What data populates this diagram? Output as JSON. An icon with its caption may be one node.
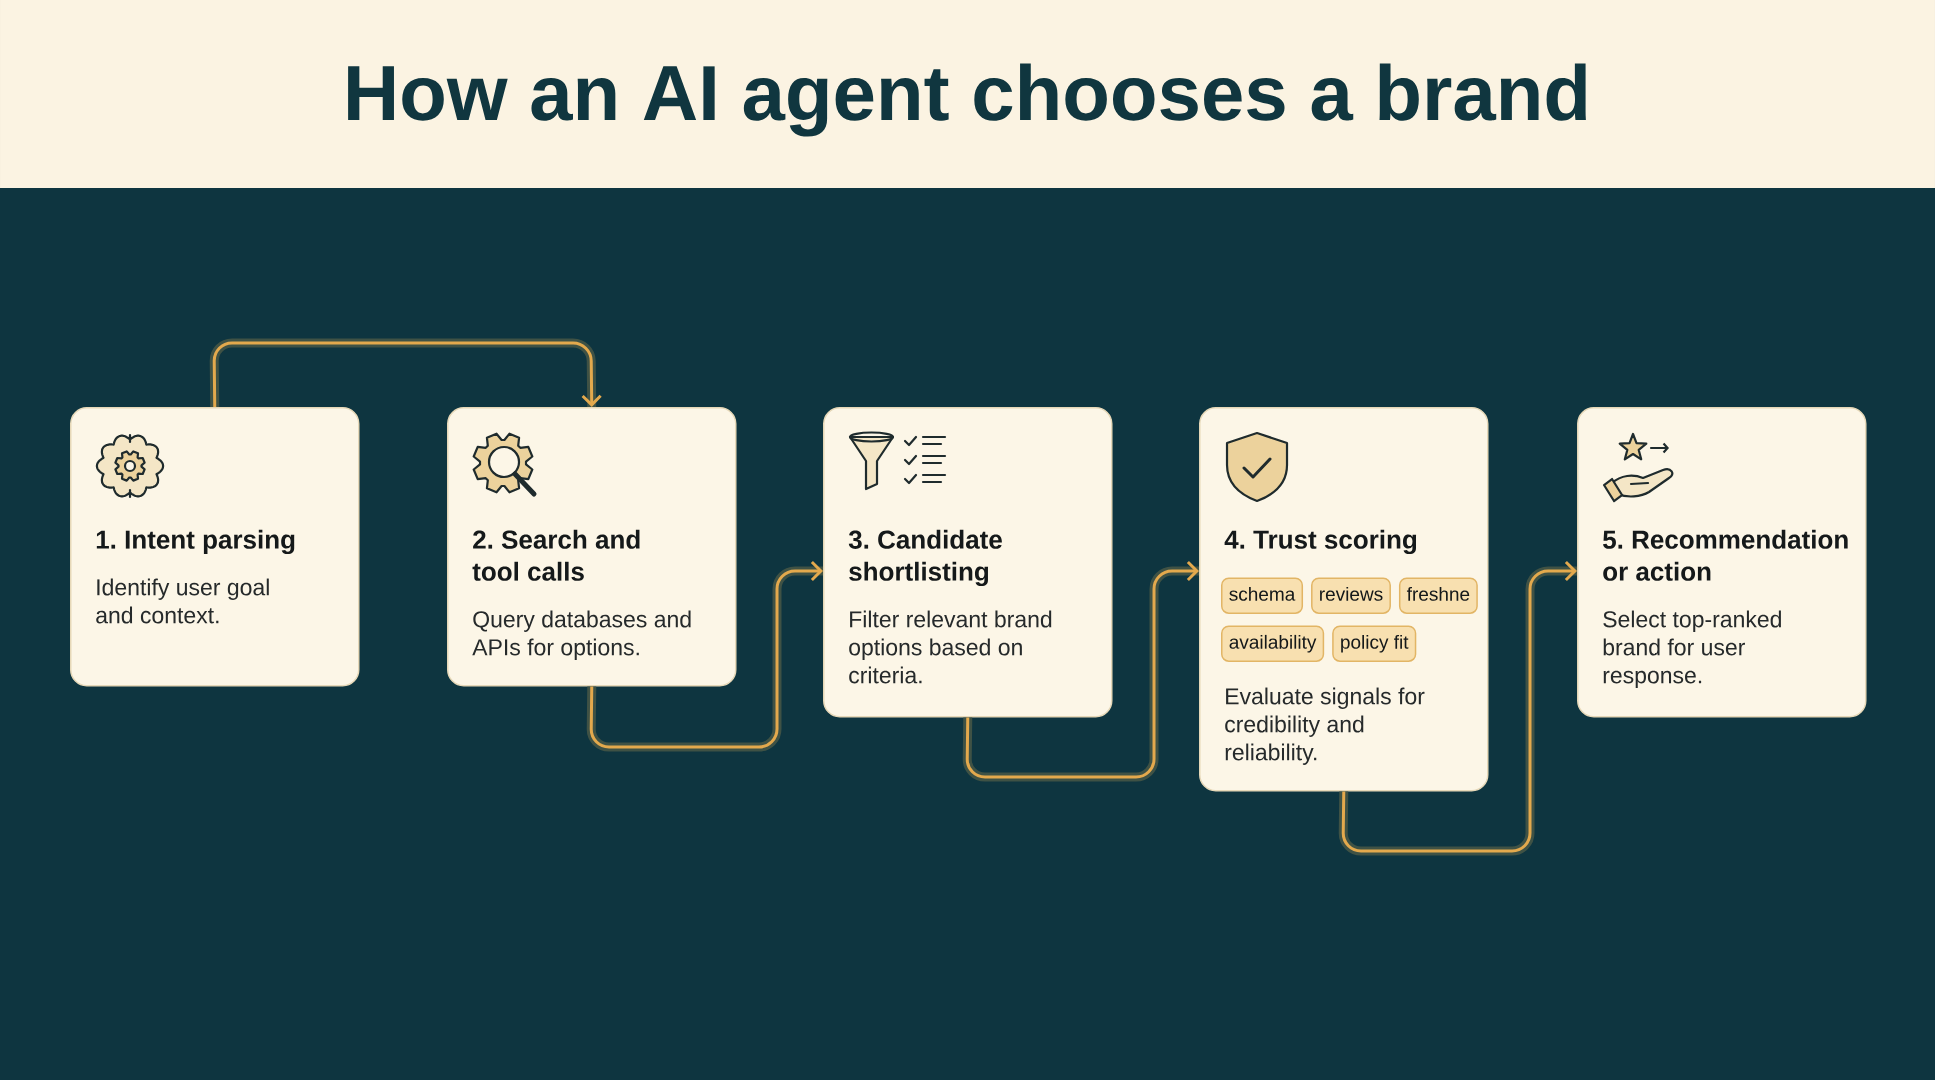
{
  "diagram": {
    "title": "How an AI agent chooses a brand",
    "nodes": [
      {
        "text": [
          "1. Intent parsing",
          "Identify user goal and context."
        ]
      },
      {
        "text": [
          "2. Search and tool calls",
          "Query databases and APIs for options."
        ]
      },
      {
        "text": [
          "3. Candidate shortlisting",
          "Filter relevant brand options based on criteria."
        ]
      },
      {
        "text": [
          "4. Trust scoring",
          "Evaluate signals for credibility and reliability."
        ]
      },
      {
        "text": [
          "schema"
        ],
        "in": 3
      },
      {
        "text": [
          "reviews"
        ],
        "in": 3
      },
      {
        "text": [
          "freshne"
        ],
        "in": 3
      },
      {
        "text": [
          "availability"
        ],
        "in": 3
      },
      {
        "text": [
          "policy fit"
        ],
        "in": 3
      },
      {
        "text": [
          "5. Recommendation or action",
          "Select top-ranked brand for user response."
        ]
      }
    ],
    "edges": [
      {
        "from": 0,
        "to": 1,
        "arrow": "to"
      },
      {
        "from": 1,
        "to": 2,
        "arrow": "to"
      },
      {
        "from": 2,
        "to": 3,
        "arrow": "to"
      },
      {
        "from": 3,
        "to": 9,
        "arrow": "to"
      }
    ]
  }
}
